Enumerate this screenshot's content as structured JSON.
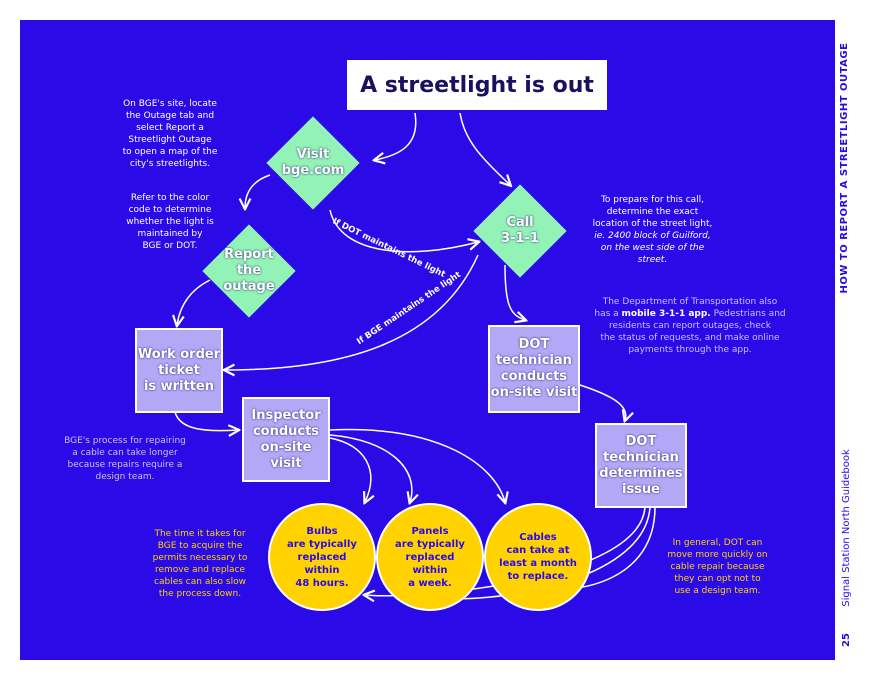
{
  "title": "A streetlight is out",
  "sidebar": {
    "heading": "HOW TO REPORT A STREETLIGHT OUTAGE",
    "book": "Signal Station North Guidebook",
    "page": "25"
  },
  "nodes": {
    "visit": "Visit\nbge.com",
    "call": "Call\n3-1-1",
    "report": "Report\nthe\noutage",
    "work_order": "Work order\nticket\nis written",
    "inspector": "Inspector\nconducts\non-site\nvisit",
    "dot_visit": "DOT\ntechnician\nconducts\non-site visit",
    "dot_determines": "DOT\ntechnician\ndetermines\nissue",
    "bulbs": "Bulbs\nare typically\nreplaced within\n48 hours.",
    "panels": "Panels\nare typically\nreplaced within\na week.",
    "cables": "Cables\ncan take at\nleast a month\nto replace."
  },
  "arrow_labels": {
    "dot": "If DOT maintains the light",
    "bge": "If BGE maintains the light"
  },
  "notes": {
    "bge_site": "On BGE's site, locate\nthe Outage tab and\nselect Report a\nStreetlight Outage\nto open a map of the\ncity's streetlights.",
    "color_code": "Refer to the color\ncode to determine\nwhether the light is\nmaintained by\nBGE or DOT.",
    "prepare_1": "To prepare for this call,\ndetermine the exact\nlocation of the street light,",
    "prepare_2": "ie. 2400 block of Guilford,\non the west side of the\nstreet.",
    "app_1": "The Department of Transportation also\nhas a ",
    "app_bold": "mobile 3-1-1 app.",
    "app_2": " Pedestrians and\nresidents can report outages, check\nthe status of requests, and make online\npayments through the app.",
    "bge_process": "BGE's process for repairing\na cable can take longer\nbecause repairs require a\ndesign team.",
    "permits": "The time it takes for\nBGE to acquire the\npermits necessary to\nremove and replace\ncables can also slow\nthe process down.",
    "dot_quick": "In general, DOT can\nmove more quickly on\ncable repair because\nthey can opt not to\nuse a design team."
  },
  "colors": {
    "background": "#2a0be8",
    "diamond": "#93f2b5",
    "box": "#b2a8f6",
    "circle": "#ffd200",
    "note_white": "#ffffff",
    "note_lavender": "#c8c0ff",
    "note_yellow": "#ffd200"
  }
}
